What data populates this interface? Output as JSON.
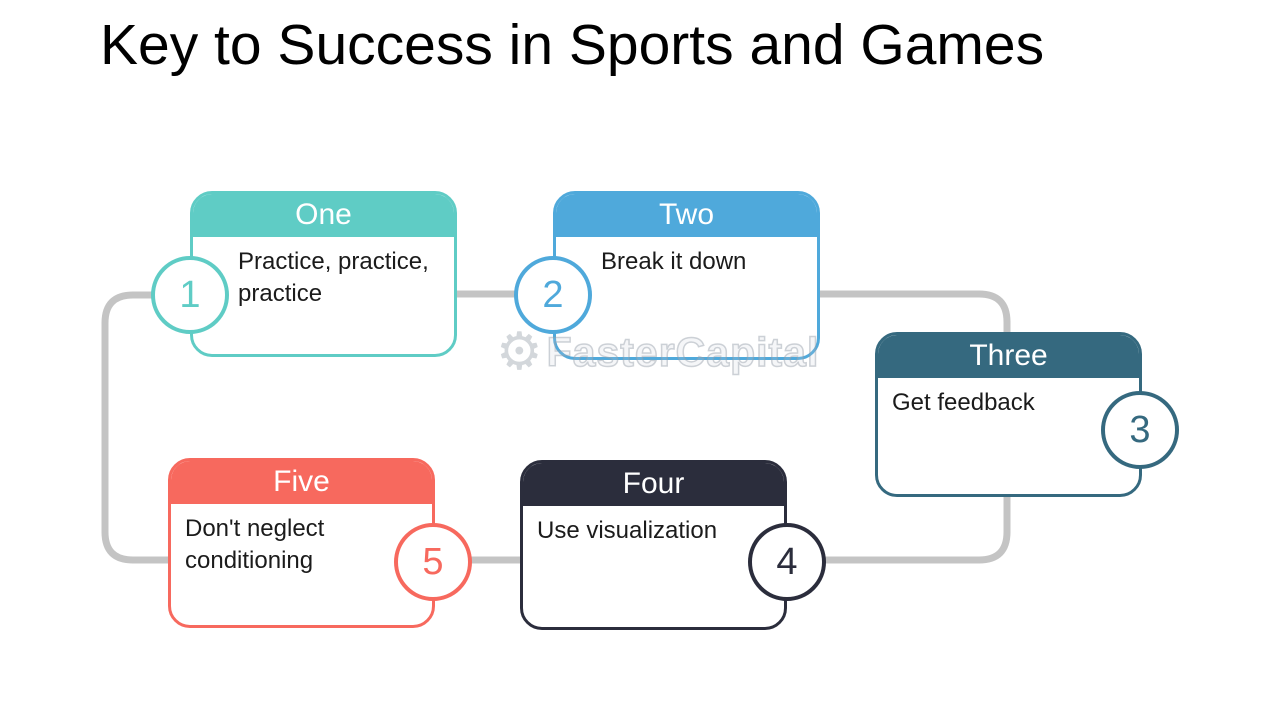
{
  "title": "Key to Success in Sports and Games",
  "watermark": {
    "text": "FasterCapital"
  },
  "connector_color": "#c4c4c4",
  "cards": [
    {
      "label": "One",
      "number": "1",
      "text": "Practice, practice, practice",
      "color": "#5fccc5"
    },
    {
      "label": "Two",
      "number": "2",
      "text": "Break it down",
      "color": "#4fa9db"
    },
    {
      "label": "Three",
      "number": "3",
      "text": "Get feedback",
      "color": "#35697f"
    },
    {
      "label": "Four",
      "number": "4",
      "text": "Use visualization",
      "color": "#2b2d3c"
    },
    {
      "label": "Five",
      "number": "5",
      "text": "Don't neglect conditioning",
      "color": "#f7695e"
    }
  ]
}
